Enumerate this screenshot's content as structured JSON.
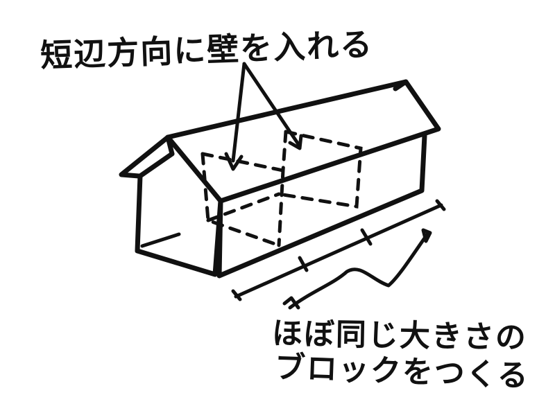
{
  "annotations": {
    "top_label": "短辺方向に壁を入れる",
    "bottom_label_line1": "ほぼ同じ大きさの",
    "bottom_label_line2": "ブロックをつくる"
  },
  "colors": {
    "ink": "#111111",
    "background": "#ffffff"
  }
}
